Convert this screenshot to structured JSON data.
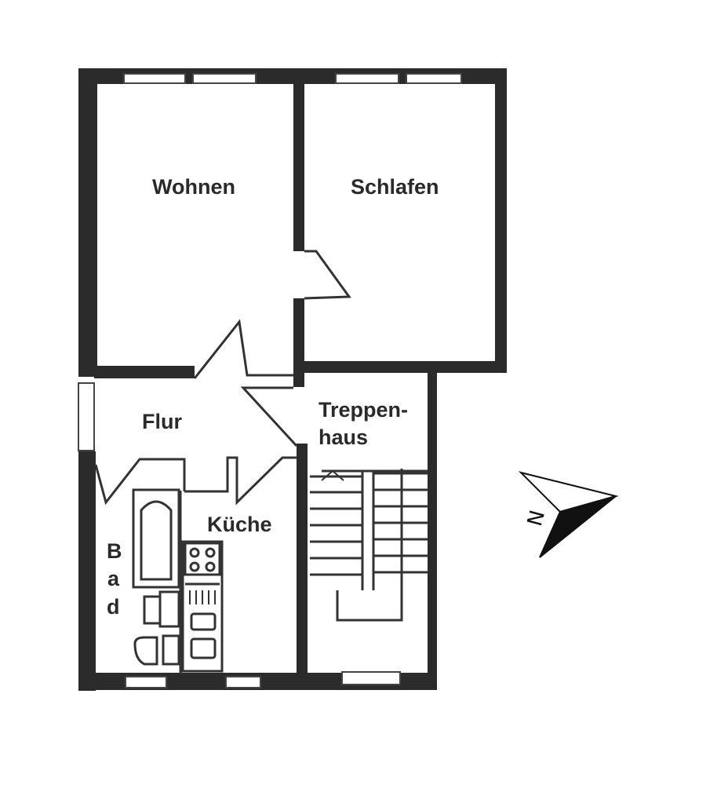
{
  "floor_plan": {
    "rooms": {
      "wohnen": "Wohnen",
      "schlafen": "Schlafen",
      "flur": "Flur",
      "treppenhaus_line1": "Treppen-",
      "treppenhaus_line2": "haus",
      "kueche": "Küche",
      "bad_b": "B",
      "bad_a": "a",
      "bad_d": "d"
    },
    "compass": {
      "label": "N"
    }
  },
  "colors": {
    "wall": "#2b2b2b",
    "line": "#333333",
    "background": "#ffffff"
  }
}
